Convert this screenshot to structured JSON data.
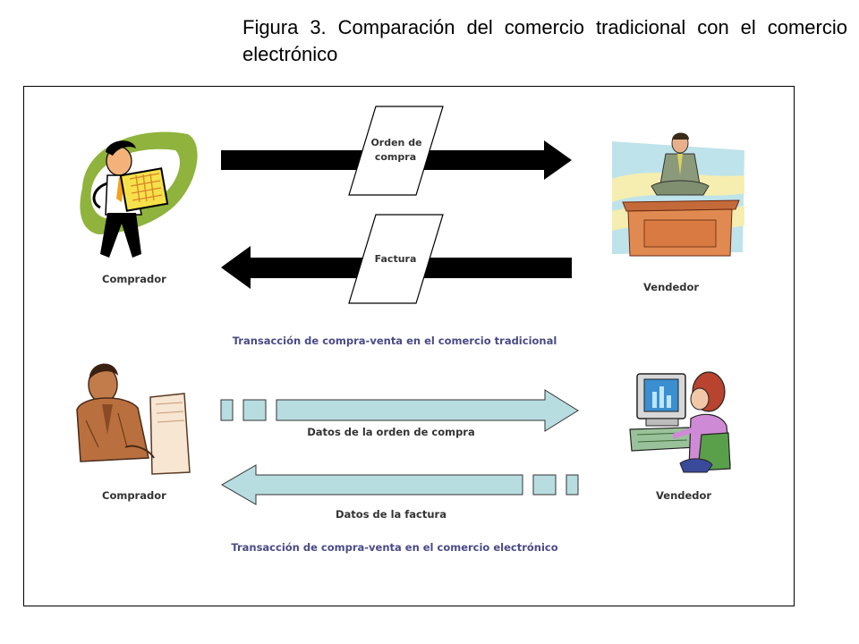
{
  "figure": {
    "title": "Figura 3. Comparación del comercio tradicional con el comercio electrónico"
  },
  "traditional": {
    "buyer_label": "Comprador",
    "seller_label": "Vendedor",
    "doc_order_line1": "Orden de",
    "doc_order_line2": "compra",
    "doc_invoice": "Factura",
    "caption": "Transacción de compra-venta en el comercio tradicional"
  },
  "electronic": {
    "buyer_label": "Comprador",
    "seller_label": "Vendedor",
    "order_data_label": "Datos de la orden de compra",
    "invoice_data_label": "Datos de la factura",
    "caption": "Transacción de compra-venta en el comercio electrónico"
  },
  "colors": {
    "arrow_traditional": "#000000",
    "arrow_electronic_fill": "#b7dde0",
    "caption_text": "#4a4a86",
    "swoosh_green": "#8fb33c"
  },
  "icons": {
    "buyer_traditional": "man-with-chart-icon",
    "seller_traditional": "businessman-at-desk-icon",
    "buyer_electronic": "man-at-computer-icon",
    "seller_electronic": "woman-at-computer-icon"
  }
}
